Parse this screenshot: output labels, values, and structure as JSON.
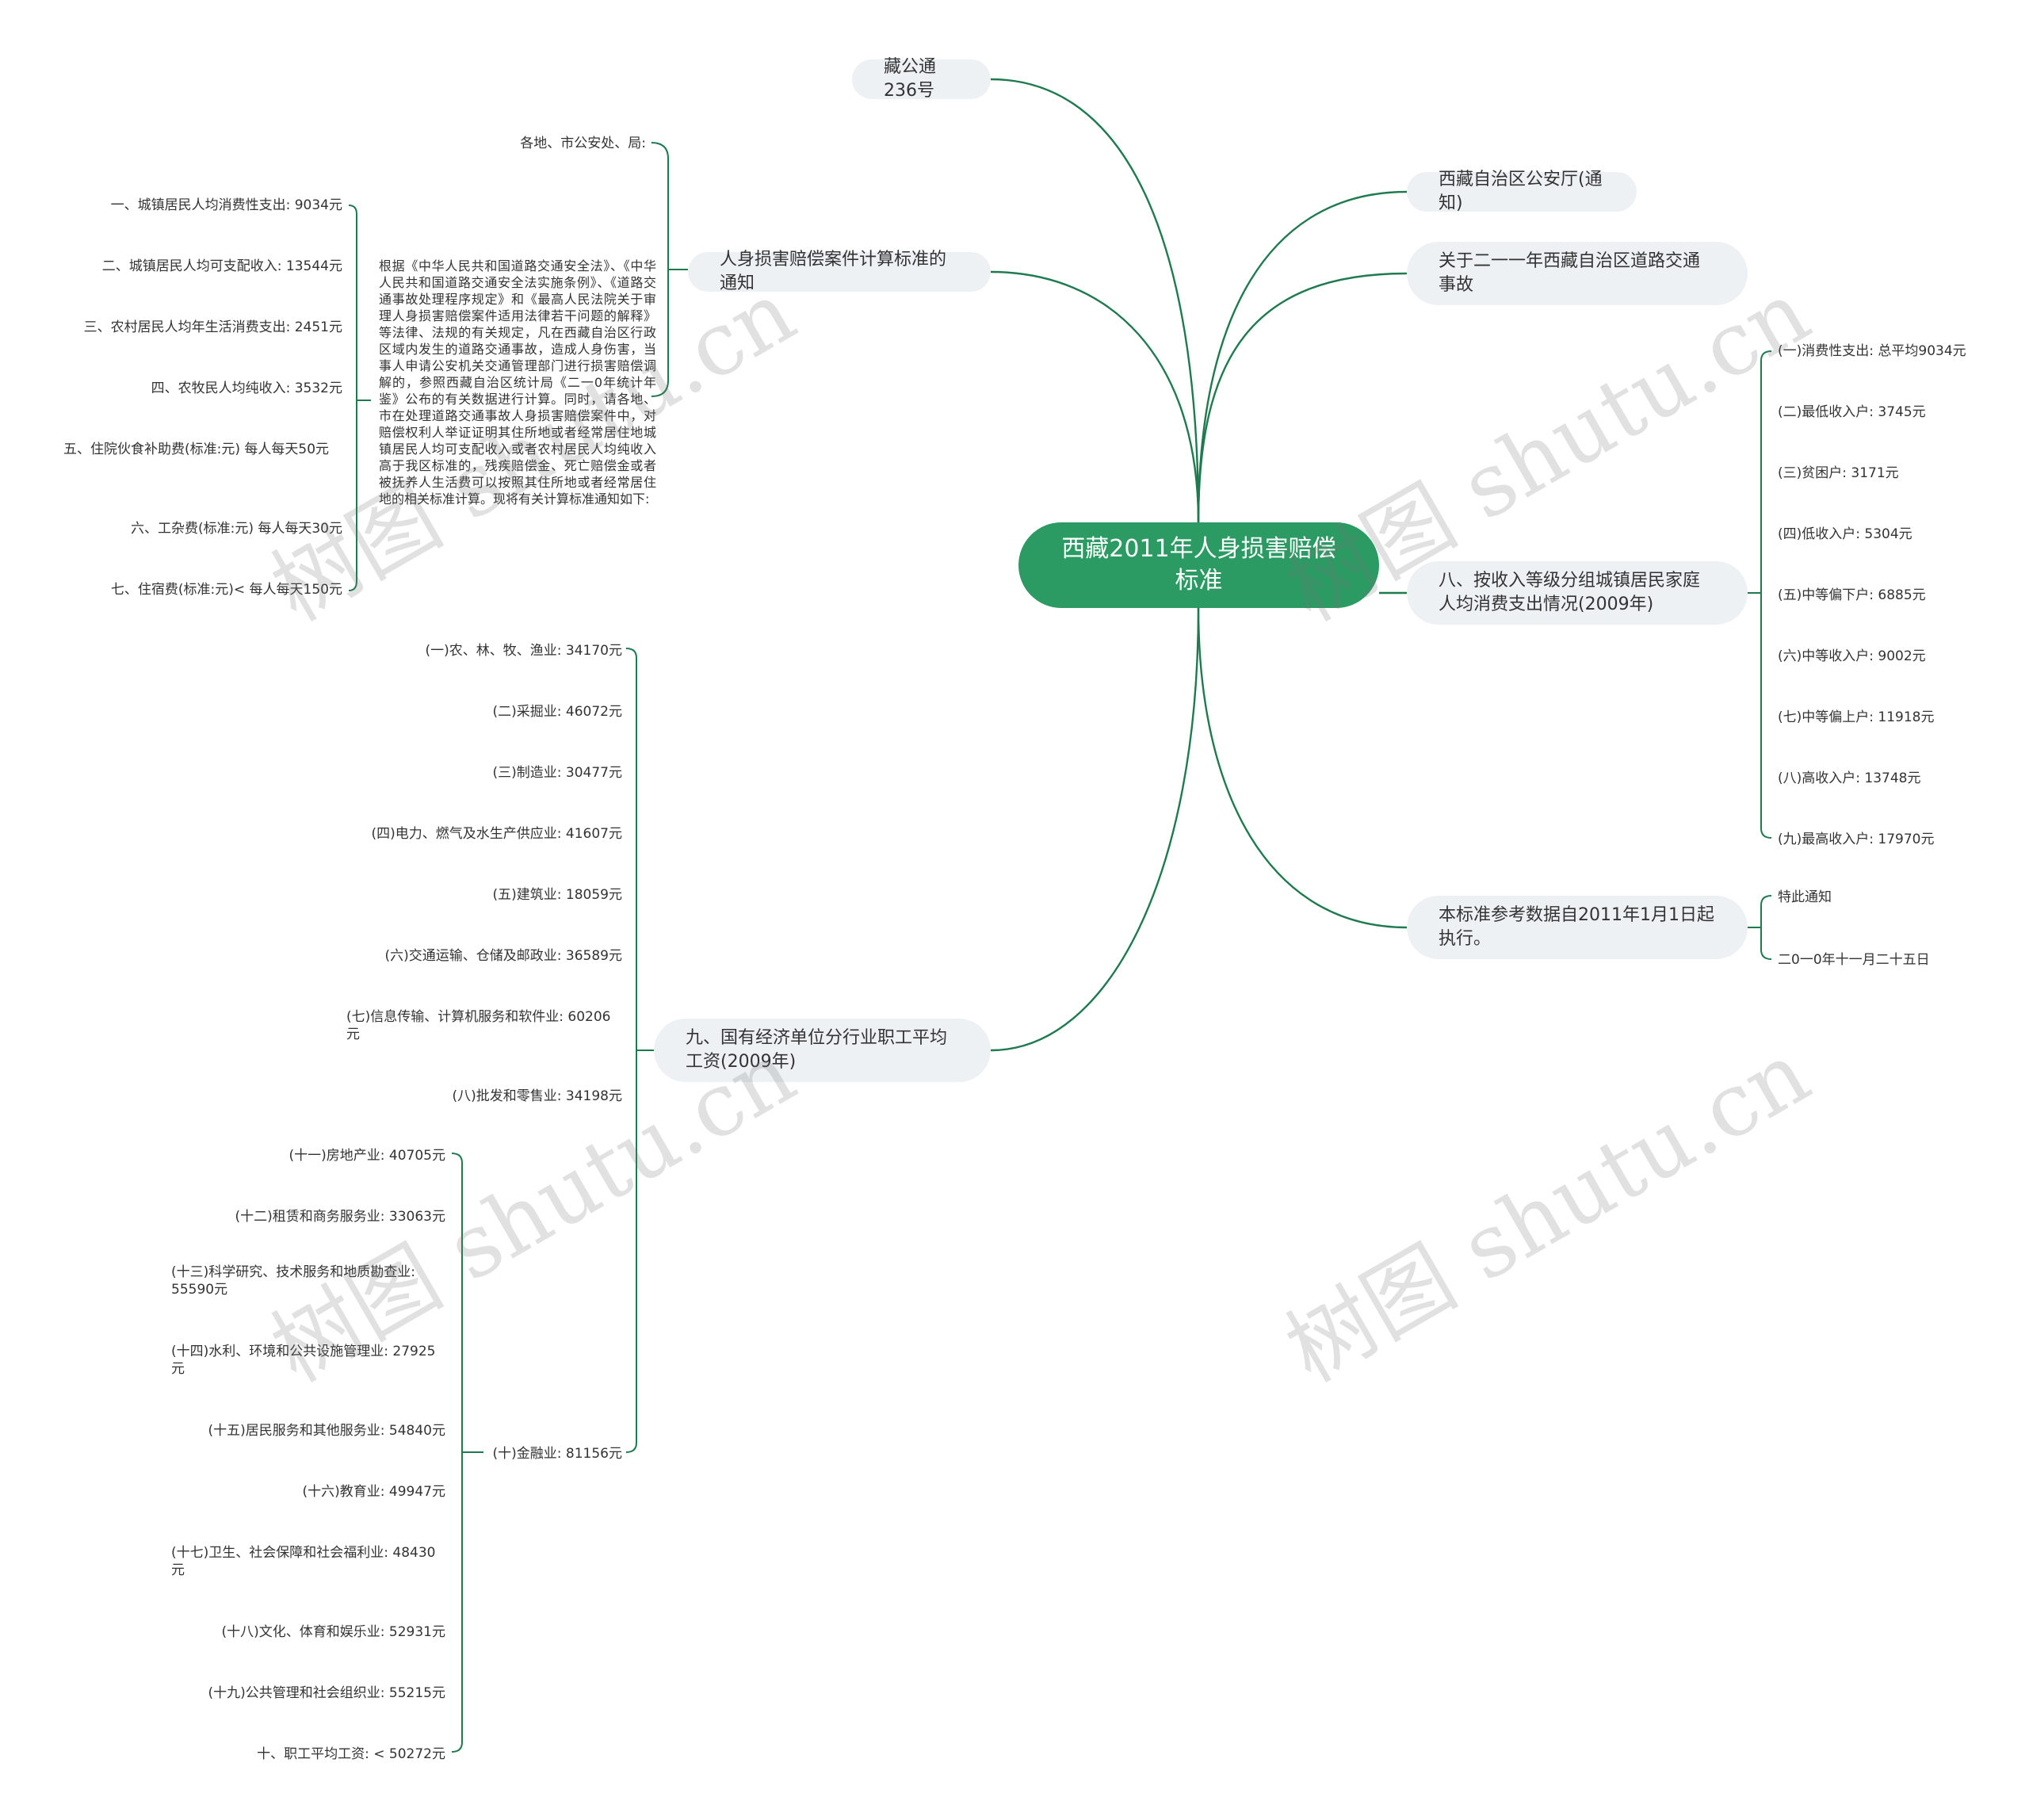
{
  "title": "西藏2011年人身损害赔偿标准",
  "branches": {
    "doc_number": "藏公通236号",
    "issuer": "西藏自治区公安厅(通知)",
    "about": "关于二一一年西藏自治区道路交通事故",
    "notice": {
      "label": "人身损害赔偿案件计算标准的通知",
      "recipient": "各地、市公安处、局:",
      "body": "根据《中华人民共和国道路交通安全法》、《中华人民共和国道路交通安全法实施条例》、《道路交通事故处理程序规定》和《最高人民法院关于审理人身损害赔偿案件适用法律若干问题的解释》等法律、法规的有关规定，凡在西藏自治区行政区域内发生的道路交通事故，造成人身伤害，当事人申请公安机关交通管理部门进行损害赔偿调解的，参照西藏自治区统计局《二一0年统计年鉴》公布的有关数据进行计算。同时，请各地、市在处理道路交通事故人身损害赔偿案件中，对赔偿权利人举证证明其住所地或者经常居住地城镇居民人均可支配收入或者农村居民人均纯收入高于我区标准的，残疾赔偿金、死亡赔偿金或者被抚养人生活费可以按照其住所地或者经常居住地的相关标准计算。现将有关计算标准通知如下:",
      "items": [
        "一、城镇居民人均消费性支出:  9034元",
        "二、城镇居民人均可支配收入:  13544元",
        "三、农村居民人均年生活消费支出:  2451元",
        "四、农牧民人均纯收入:  3532元",
        "五、住院伙食补助费(标准:元) 每人每天50元",
        "六、工杂费(标准:元) 每人每天30元",
        "七、住宿费(标准:元)< 每人每天150元"
      ]
    },
    "income_levels": {
      "label": "八、按收入等级分组城镇居民家庭人均消费支出情况(2009年)",
      "items": [
        "(一)消费性支出:  总平均9034元",
        "(二)最低收入户:  3745元",
        "(三)贫困户:  3171元",
        "(四)低收入户:  5304元",
        "(五)中等偏下户:  6885元",
        "(六)中等收入户:  9002元",
        "(七)中等偏上户:  11918元",
        "(八)高收入户:  13748元",
        "(九)最高收入户:  17970元"
      ]
    },
    "effective": {
      "label": "本标准参考数据自2011年1月1日起执行。",
      "items": [
        "特此通知",
        "二0一0年十一月二十五日"
      ]
    },
    "wages": {
      "label": "九、国有经济单位分行业职工平均工资(2009年)",
      "items": [
        "(一)农、林、牧、渔业:  34170元",
        "(二)采掘业:  46072元",
        "(三)制造业:  30477元",
        "(四)电力、燃气及水生产供应业:  41607元",
        "(五)建筑业:  18059元",
        "(六)交通运输、仓储及邮政业:  36589元",
        "(七)信息传输、计算机服务和软件业:  60206元",
        "(八)批发和零售业:  34198元"
      ],
      "finance": {
        "label": "(十)金融业:  81156元",
        "items": [
          "(十一)房地产业:  40705元",
          "(十二)租赁和商务服务业:  33063元",
          "(十三)科学研究、技术服务和地质勘查业:  55590元",
          "(十四)水利、环境和公共设施管理业:  27925元",
          "(十五)居民服务和其他服务业:  54840元",
          "(十六)教育业:  49947元",
          "(十七)卫生、社会保障和社会福利业:  48430元",
          "(十八)文化、体育和娱乐业:  52931元",
          "(十九)公共管理和社会组织业:  55215元",
          "十、职工平均工资:  < 50272元"
        ]
      }
    }
  },
  "watermark": "树图 shutu.cn",
  "colors": {
    "root": "#2b9a63",
    "line": "#1f7a4f",
    "pill": "#eef1f4"
  }
}
